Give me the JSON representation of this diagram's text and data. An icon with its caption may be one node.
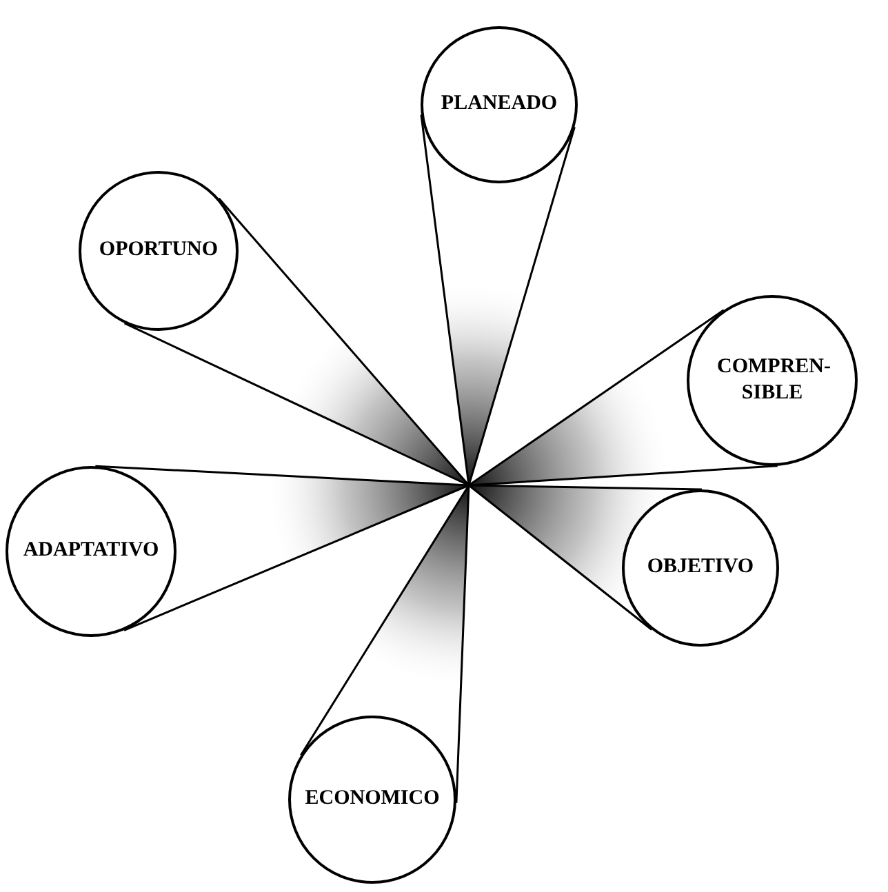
{
  "diagram": {
    "nodes": [
      {
        "text": [
          "PLANEADO"
        ]
      },
      {
        "text": [
          "OPORTUNO"
        ]
      },
      {
        "text": [
          "COMPREN- SIBLE"
        ]
      },
      {
        "text": [
          "ADAPTATIVO"
        ]
      },
      {
        "text": [
          "OBJETIVO"
        ]
      },
      {
        "text": [
          "ECONOMICO"
        ]
      }
    ],
    "edges": [
      {
        "from": null,
        "to": 0,
        "arrow": "none"
      },
      {
        "from": null,
        "to": 1,
        "arrow": "none"
      },
      {
        "from": null,
        "to": 2,
        "arrow": "none"
      },
      {
        "from": null,
        "to": 3,
        "arrow": "none"
      },
      {
        "from": null,
        "to": 4,
        "arrow": "none"
      },
      {
        "from": null,
        "to": 5,
        "arrow": "none"
      }
    ]
  }
}
